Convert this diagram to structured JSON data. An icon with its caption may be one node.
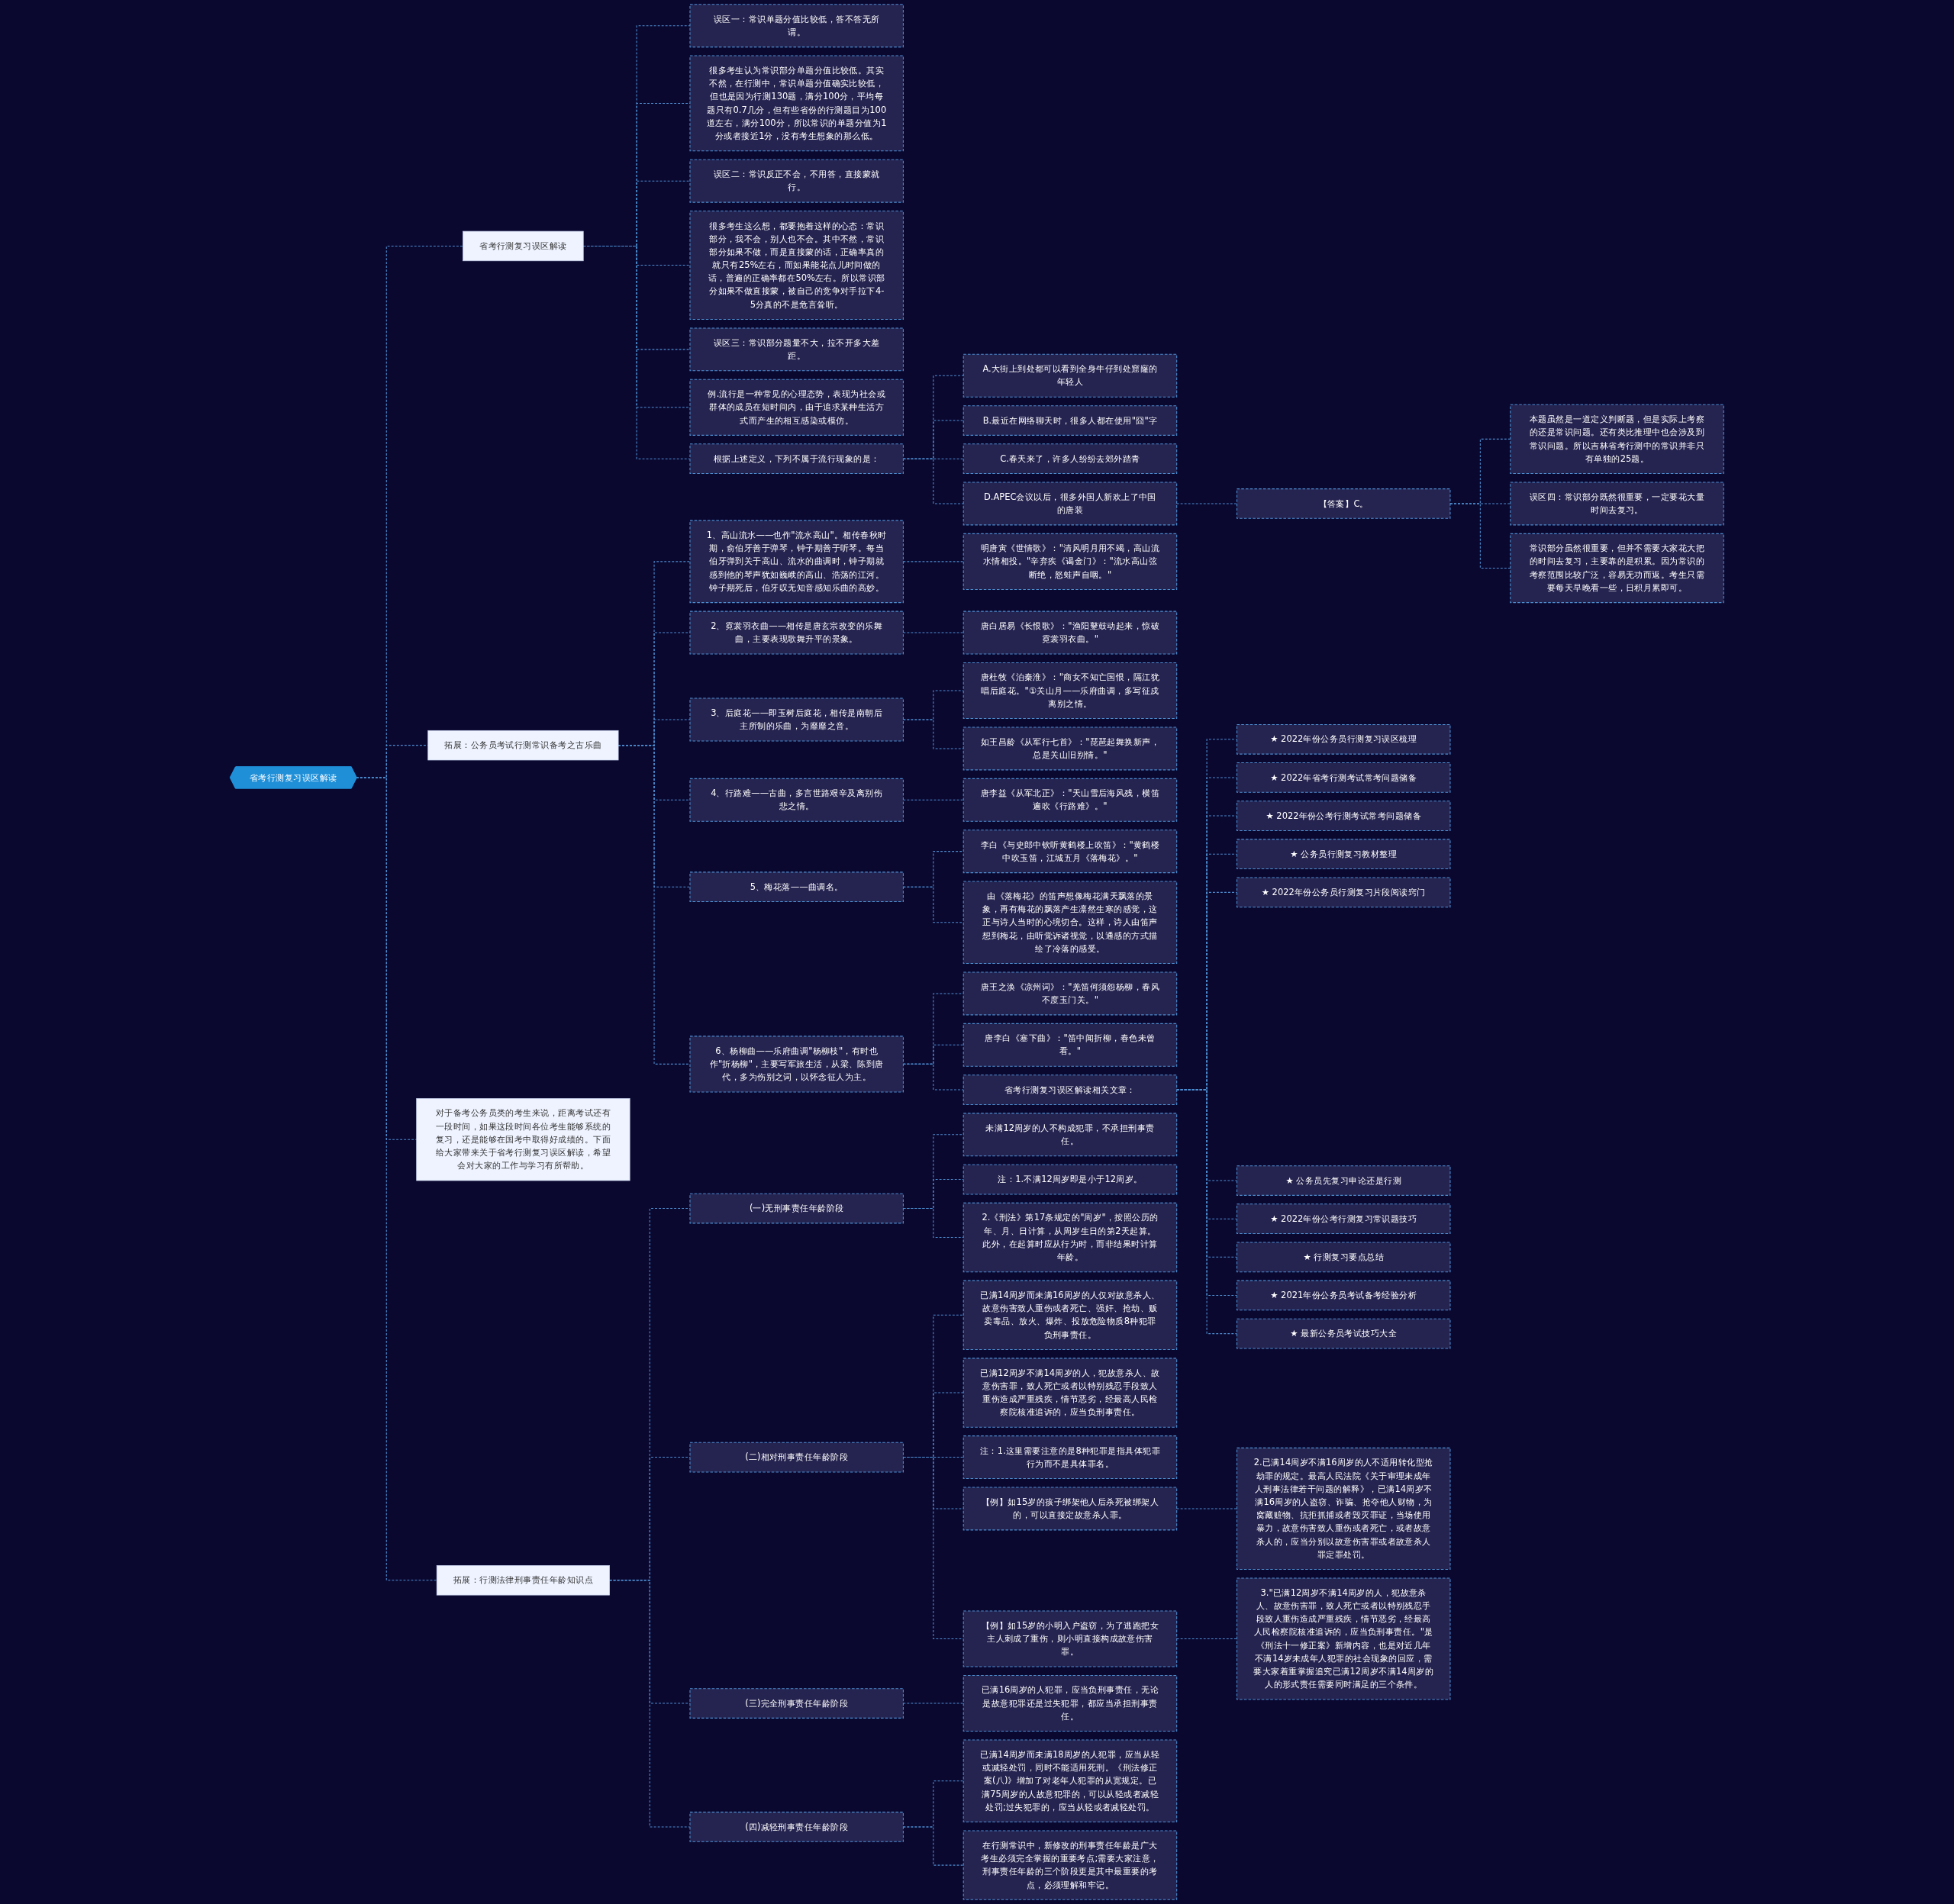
{
  "diagram": {
    "nodes": [
      {
        "text": [
          "省考行测复习误区解读"
        ]
      },
      {
        "text": [
          "省考行测复习误区解读"
        ]
      },
      {
        "text": [
          "误区一：常识单题分值比较低，答不答无所谓。"
        ]
      },
      {
        "text": [
          "很多考生认为常识部分单题分值比较低。其实不然，在行测中，常识单题分值确实比较低，但也是因为行测130题，满分100分，平均每题只有0.7几分，但有些省份的行测题目为100道左右，满分100分，所以常识的单题分值为1分或者接近1分，没有考生想象的那么低。"
        ]
      },
      {
        "text": [
          "误区二：常识反正不会，不用答，直接蒙就行。"
        ]
      },
      {
        "text": [
          "很多考生这么想，都要抱着这样的心态：常识部分，我不会，别人也不会。其中不然，常识部分如果不做，而是直接蒙的话，正确率真的就只有25%左右，而如果能花点儿时间做的话，普遍的正确率都在50%左右。所以常识部分如果不做直接蒙，被自己的竞争对手拉下4-5分真的不是危言耸听。"
        ]
      },
      {
        "text": [
          "误区三：常识部分题量不大，拉不开多大差距。"
        ]
      },
      {
        "text": [
          "例.流行是一种常见的心理态势，表现为社会或群体的成员在短时间内，由于追求某种生活方式而产生的相互感染或模仿。"
        ]
      },
      {
        "text": [
          "根据上述定义，下列不属于流行现象的是："
        ]
      },
      {
        "text": [
          "A.大街上到处都可以看到全身牛仔到处窟窿的年轻人"
        ]
      },
      {
        "text": [
          "B.最近在网络聊天时，很多人都在使用\"囧\"字"
        ]
      },
      {
        "text": [
          "C.春天来了，许多人纷纷去郊外踏青"
        ]
      },
      {
        "text": [
          "D.APEC会议以后，很多外国人新欢上了中国的唐装"
        ]
      },
      {
        "text": [
          "【答案】C。"
        ]
      },
      {
        "text": [
          "本题虽然是一道定义判断题，但是实际上考察的还是常识问题。还有类比推理中也会涉及到常识问题。所以吉林省考行测中的常识并非只有单独的25题。"
        ]
      },
      {
        "text": [
          "误区四：常识部分既然很重要，一定要花大量时间去复习。"
        ]
      },
      {
        "text": [
          "常识部分虽然很重要，但并不需要大家花大把的时间去复习，主要靠的是积累。因为常识的考察范围比较广泛，容易无功而返。考生只需要每天早晚看一些，日积月累即可。"
        ]
      },
      {
        "text": [
          "拓展：公务员考试行测常识备考之古乐曲"
        ]
      },
      {
        "text": [
          "1、高山流水——也作\"流水高山\"。相传春秋时期，俞伯牙善于弹琴，钟子期善于听琴。每当伯牙弹到关于高山、流水的曲调时，钟子期就感到他的琴声犹如巍峨的高山、浩荡的江河。钟子期死后，伯牙叹无知音感知乐曲的高妙。"
        ]
      },
      {
        "text": [
          "明唐寅《世情歌》：\"清风明月用不竭，高山流水情相投。\"辛弃疾《谒金门》：\"流水高山弦断绝，怒蛙声自咽。\""
        ]
      },
      {
        "text": [
          "2、霓裳羽衣曲——相传是唐玄宗改变的乐舞曲，主要表现歌舞升平的景象。"
        ]
      },
      {
        "text": [
          "唐白居易《长恨歌》：\"渔阳鼙鼓动起来，惊破霓裳羽衣曲。\""
        ]
      },
      {
        "text": [
          "3、后庭花——即玉树后庭花，相传是南朝后主所制的乐曲，为靡靡之音。"
        ]
      },
      {
        "text": [
          "唐杜牧《泊秦淮》：\"商女不知亡国恨，隔江犹唱后庭花。\"①关山月——乐府曲调，多写征戍离别之情。"
        ]
      },
      {
        "text": [
          "如王昌龄《从军行七首》：\"琵琶起舞换新声，总是关山旧别情。\""
        ]
      },
      {
        "text": [
          "4、行路难——古曲，多言世路艰辛及离别伤悲之情。"
        ]
      },
      {
        "text": [
          "唐李益《从军北正》：\"天山雪后海风残，横笛遍吹《行路难》。\""
        ]
      },
      {
        "text": [
          "5、梅花落——曲调名。"
        ]
      },
      {
        "text": [
          "李白《与史郎中钦听黄鹤楼上吹笛》：\"黄鹤楼中吹玉笛，江城五月《落梅花》。\""
        ]
      },
      {
        "text": [
          "由《落梅花》的笛声想像梅花满天飘落的景象，再有梅花的飘落产生凛然生寒的感觉，这正与诗人当时的心境切合。这样，诗人由笛声想到梅花，由听觉诉诸视觉，以通感的方式描绘了冷落的感受。"
        ]
      },
      {
        "text": [
          "6、杨柳曲——乐府曲调\"杨柳枝\"，有时也作\"折杨柳\"，主要写军旅生活，从梁、陈到唐代，多为伤别之词，以怀念征人为主。"
        ]
      },
      {
        "text": [
          "唐王之涣《凉州词》：\"羌笛何须怨杨柳，春风不度玉门关。\""
        ]
      },
      {
        "text": [
          "唐李白《塞下曲》：\"笛中闻折柳，春色未曾看。\""
        ]
      },
      {
        "text": [
          "省考行测复习误区解读相关文章："
        ]
      },
      {
        "text": [
          "★ 2022年份公务员行测复习误区梳理"
        ]
      },
      {
        "text": [
          "★ 2022年省考行测考试常考问题储备"
        ]
      },
      {
        "text": [
          "★ 2022年份公考行测考试常考问题储备"
        ]
      },
      {
        "text": [
          "★ 公务员行测复习教材整理"
        ]
      },
      {
        "text": [
          "★ 2022年份公务员行测复习片段阅读窍门"
        ]
      },
      {
        "text": [
          "★ 公务员先复习申论还是行测"
        ]
      },
      {
        "text": [
          "★ 2022年份公考行测复习常识题技巧"
        ]
      },
      {
        "text": [
          "★ 行测复习要点总结"
        ]
      },
      {
        "text": [
          "★ 2021年份公务员考试备考经验分析"
        ]
      },
      {
        "text": [
          "★ 最新公务员考试技巧大全"
        ]
      },
      {
        "text": [
          "对于备考公务员类的考生来说，距离考试还有一段时间，如果这段时间各位考生能够系统的复习，还是能够在国考中取得好成绩的。下面给大家带来关于省考行测复习误区解读，希望会对大家的工作与学习有所帮助。"
        ]
      },
      {
        "text": [
          "拓展：行测法律刑事责任年龄知识点"
        ]
      },
      {
        "text": [
          "(一)无刑事责任年龄阶段"
        ]
      },
      {
        "text": [
          "未满12周岁的人不构成犯罪，不承担刑事责任。"
        ]
      },
      {
        "text": [
          "注：1.不满12周岁即是小于12周岁。"
        ]
      },
      {
        "text": [
          "2.《刑法》第17条规定的\"周岁\"，按照公历的年、月、日计算，从周岁生日的第2天起算。此外，在起算时应从行为时，而非结果时计算年龄。"
        ]
      },
      {
        "text": [
          "(二)相对刑事责任年龄阶段"
        ]
      },
      {
        "text": [
          "已满14周岁而未满16周岁的人仅对故意杀人、故意伤害致人重伤或者死亡、强奸、抢劫、贩卖毒品、放火、爆炸、投放危险物质8种犯罪负刑事责任。"
        ]
      },
      {
        "text": [
          "已满12周岁不满14周岁的人，犯故意杀人、故意伤害罪，致人死亡或者以特别残忍手段致人重伤造成严重残疾，情节恶劣，经最高人民检察院核准追诉的，应当负刑事责任。"
        ]
      },
      {
        "text": [
          "注：1.这里需要注意的是8种犯罪是指具体犯罪行为而不是具体罪名。"
        ]
      },
      {
        "text": [
          "【例】如15岁的孩子绑架他人后杀死被绑架人的，可以直接定故意杀人罪。"
        ]
      },
      {
        "text": [
          "2.已满14周岁不满16周岁的人不适用转化型抢劫罪的规定。最高人民法院《关于审理未成年人刑事法律若干问题的解释》，已满14周岁不满16周岁的人盗窃、诈骗、抢夺他人财物，为窝藏赃物、抗拒抓捕或者毁灭罪证，当场使用暴力，故意伤害致人重伤或者死亡，或者故意杀人的，应当分别以故意伤害罪或者故意杀人罪定罪处罚。"
        ]
      },
      {
        "text": [
          "【例】如15岁的小明入户盗窃，为了逃跑把女主人刺成了重伤，则小明直接构成故意伤害罪。"
        ]
      },
      {
        "text": [
          "3.\"已满12周岁不满14周岁的人，犯故意杀人、故意伤害罪，致人死亡或者以特别残忍手段致人重伤造成严重残疾，情节恶劣，经最高人民检察院核准追诉的，应当负刑事责任。\"是《刑法十一修正案》新增内容，也是对近几年不满14岁未成年人犯罪的社会现象的回应，需要大家着重掌握追究已满12周岁不满14周岁的人的形式责任需要同时满足的三个条件。"
        ]
      },
      {
        "text": [
          "(三)完全刑事责任年龄阶段"
        ]
      },
      {
        "text": [
          "已满16周岁的人犯罪，应当负刑事责任，无论是故意犯罪还是过失犯罪，都应当承担刑事责任。"
        ]
      },
      {
        "text": [
          "(四)减轻刑事责任年龄阶段"
        ]
      },
      {
        "text": [
          "已满14周岁而未满18周岁的人犯罪，应当从轻或减轻处罚，同时不能适用死刑。《刑法修正案(八)》增加了对老年人犯罪的从宽规定。已满75周岁的人故意犯罪的，可以从轻或者减轻处罚;过失犯罪的，应当从轻或者减轻处罚。"
        ]
      },
      {
        "text": [
          "在行测常识中，新修改的刑事责任年龄是广大考生必须完全掌握的重要考点;需要大家注意，刑事责任年龄的三个阶段更是其中最重要的考点，必须理解和牢记。"
        ]
      }
    ],
    "edges": [
      {
        "from": 0,
        "to": 1,
        "arrow": "none"
      },
      {
        "from": 1,
        "to": 2,
        "arrow": "none"
      },
      {
        "from": 1,
        "to": 3,
        "arrow": "none"
      },
      {
        "from": 1,
        "to": 4,
        "arrow": "none"
      },
      {
        "from": 1,
        "to": 5,
        "arrow": "none"
      },
      {
        "from": 1,
        "to": 6,
        "arrow": "none"
      },
      {
        "from": 1,
        "to": 7,
        "arrow": "none"
      },
      {
        "from": 1,
        "to": 8,
        "arrow": "none"
      },
      {
        "from": 8,
        "to": 9,
        "arrow": "none"
      },
      {
        "from": 8,
        "to": 10,
        "arrow": "none"
      },
      {
        "from": 8,
        "to": 11,
        "arrow": "none"
      },
      {
        "from": 8,
        "to": 12,
        "arrow": "none"
      },
      {
        "from": 12,
        "to": 13,
        "arrow": "none"
      },
      {
        "from": 13,
        "to": 14,
        "arrow": "none"
      },
      {
        "from": 13,
        "to": 15,
        "arrow": "none"
      },
      {
        "from": 13,
        "to": 16,
        "arrow": "none"
      },
      {
        "from": 0,
        "to": 17,
        "arrow": "none"
      },
      {
        "from": 17,
        "to": 18,
        "arrow": "none"
      },
      {
        "from": 18,
        "to": 19,
        "arrow": "none"
      },
      {
        "from": 17,
        "to": 20,
        "arrow": "none"
      },
      {
        "from": 20,
        "to": 21,
        "arrow": "none"
      },
      {
        "from": 17,
        "to": 22,
        "arrow": "none"
      },
      {
        "from": 22,
        "to": 23,
        "arrow": "none"
      },
      {
        "from": 22,
        "to": 24,
        "arrow": "none"
      },
      {
        "from": 17,
        "to": 25,
        "arrow": "none"
      },
      {
        "from": 25,
        "to": 26,
        "arrow": "none"
      },
      {
        "from": 17,
        "to": 27,
        "arrow": "none"
      },
      {
        "from": 27,
        "to": 28,
        "arrow": "none"
      },
      {
        "from": 27,
        "to": 29,
        "arrow": "none"
      },
      {
        "from": 17,
        "to": 30,
        "arrow": "none"
      },
      {
        "from": 30,
        "to": 31,
        "arrow": "none"
      },
      {
        "from": 30,
        "to": 32,
        "arrow": "none"
      },
      {
        "from": 30,
        "to": 33,
        "arrow": "none"
      },
      {
        "from": 33,
        "to": 34,
        "arrow": "none"
      },
      {
        "from": 33,
        "to": 35,
        "arrow": "none"
      },
      {
        "from": 33,
        "to": 36,
        "arrow": "none"
      },
      {
        "from": 33,
        "to": 37,
        "arrow": "none"
      },
      {
        "from": 33,
        "to": 38,
        "arrow": "none"
      },
      {
        "from": 33,
        "to": 39,
        "arrow": "none"
      },
      {
        "from": 33,
        "to": 40,
        "arrow": "none"
      },
      {
        "from": 33,
        "to": 41,
        "arrow": "none"
      },
      {
        "from": 33,
        "to": 42,
        "arrow": "none"
      },
      {
        "from": 33,
        "to": 43,
        "arrow": "none"
      },
      {
        "from": 0,
        "to": 44,
        "arrow": "none"
      },
      {
        "from": 0,
        "to": 45,
        "arrow": "none"
      },
      {
        "from": 45,
        "to": 46,
        "arrow": "none"
      },
      {
        "from": 46,
        "to": 47,
        "arrow": "none"
      },
      {
        "from": 46,
        "to": 48,
        "arrow": "none"
      },
      {
        "from": 46,
        "to": 49,
        "arrow": "none"
      },
      {
        "from": 45,
        "to": 50,
        "arrow": "none"
      },
      {
        "from": 50,
        "to": 51,
        "arrow": "none"
      },
      {
        "from": 50,
        "to": 52,
        "arrow": "none"
      },
      {
        "from": 50,
        "to": 53,
        "arrow": "none"
      },
      {
        "from": 50,
        "to": 54,
        "arrow": "none"
      },
      {
        "from": 54,
        "to": 55,
        "arrow": "none"
      },
      {
        "from": 50,
        "to": 56,
        "arrow": "none"
      },
      {
        "from": 56,
        "to": 57,
        "arrow": "none"
      },
      {
        "from": 45,
        "to": 58,
        "arrow": "none"
      },
      {
        "from": 58,
        "to": 59,
        "arrow": "none"
      },
      {
        "from": 45,
        "to": 60,
        "arrow": "none"
      },
      {
        "from": 60,
        "to": 61,
        "arrow": "none"
      },
      {
        "from": 60,
        "to": 62,
        "arrow": "none"
      }
    ]
  }
}
